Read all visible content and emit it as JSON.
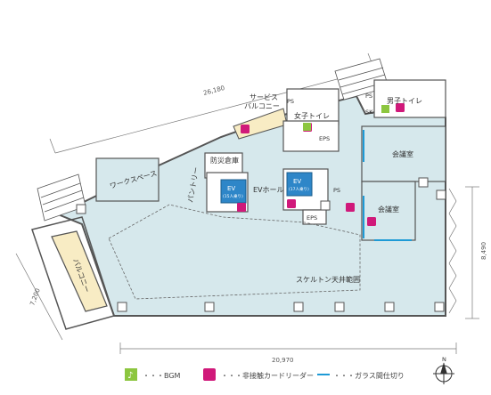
{
  "rooms": {
    "service_balcony": "サービス\nバルコニー",
    "womens_toilet": "女子トイレ",
    "mens_toilet": "男子トイレ",
    "ps": "PS",
    "sk": "SK",
    "eps": "EPS",
    "meeting_room": "会議室",
    "disaster_warehouse": "防災倉庫",
    "pantry": "パントリー",
    "work_space": "ワークスペース",
    "ev_hall": "EVホール",
    "ev_label": "EV",
    "ev_capacity": "(15人乗り)",
    "ev_capacity2": "(17人乗り)",
    "balcony": "バルコニー",
    "skeleton": "スケルトン天井範囲"
  },
  "dimensions": {
    "top": "26,180",
    "bottom": "20,970",
    "right": "8,490",
    "left": "7,200"
  },
  "legend": {
    "bgm": "・・・BGM",
    "card_reader": "・・・非接触カードリーダー",
    "glass_partition": "・・・ガラス間仕切り"
  },
  "compass": {
    "north": "N"
  },
  "colors": {
    "floor": "#d6e8ec",
    "balcony": "#f8ecc4",
    "wall": "#555555",
    "ev_blue": "#2e86c8",
    "card_magenta": "#d0197a",
    "bgm_green": "#8cc63f",
    "glass_line": "#1e9ad6"
  }
}
